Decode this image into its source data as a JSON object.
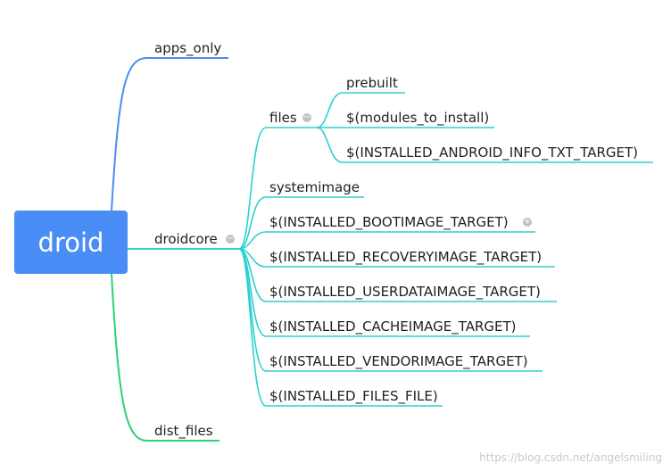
{
  "root": {
    "label": "droid"
  },
  "branches": {
    "apps_only": {
      "label": "apps_only"
    },
    "droidcore": {
      "label": "droidcore",
      "children": {
        "files": {
          "label": "files",
          "children": {
            "prebuilt": "prebuilt",
            "modules": "$(modules_to_install)",
            "android_info": "$(INSTALLED_ANDROID_INFO_TXT_TARGET)"
          }
        },
        "systemimage": "systemimage",
        "bootimage": "$(INSTALLED_BOOTIMAGE_TARGET)",
        "recoveryimage": "$(INSTALLED_RECOVERYIMAGE_TARGET)",
        "userdataimage": "$(INSTALLED_USERDATAIMAGE_TARGET)",
        "cacheimage": "$(INSTALLED_CACHEIMAGE_TARGET)",
        "vendorimage": "$(INSTALLED_VENDORIMAGE_TARGET)",
        "files_file": "$(INSTALLED_FILES_FILE)"
      }
    },
    "dist_files": {
      "label": "dist_files"
    }
  },
  "icons": {
    "collapse": "minus-circle-icon",
    "expand": "plus-circle-icon"
  },
  "colors": {
    "root": "#4a8df6",
    "apps_branch": "#4a8df6",
    "droidcore_branch": "#2ecfcf",
    "dist_branch": "#2bd17a"
  },
  "watermark": "https://blog.csdn.net/angelsmiling"
}
